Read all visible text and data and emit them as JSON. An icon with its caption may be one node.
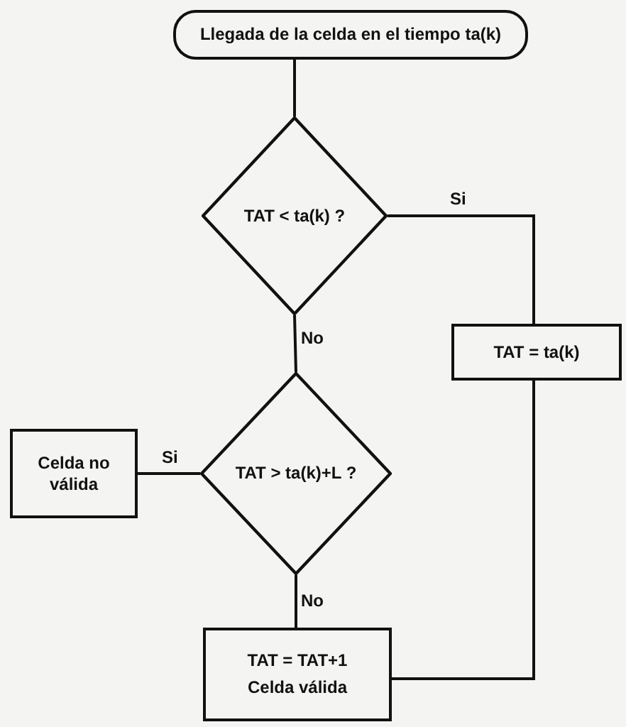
{
  "diagram": {
    "nodes": [
      {
        "text": [
          "Llegada de la celda en el tiempo ta(k)"
        ]
      },
      {
        "text": [
          "TAT < ta(k) ?"
        ]
      },
      {
        "text": [
          "TAT = ta(k)"
        ]
      },
      {
        "text": [
          "TAT > ta(k)+L ?"
        ]
      },
      {
        "text": [
          "Celda no válida"
        ]
      },
      {
        "text": [
          "TAT = TAT+1",
          "Celda válida"
        ]
      }
    ],
    "edges": [
      {
        "from": 0,
        "to": 1,
        "arrow": "none"
      },
      {
        "from": 1,
        "to": 2,
        "arrow": "none",
        "label": "Si"
      },
      {
        "from": 1,
        "to": 3,
        "arrow": "none",
        "label": "No"
      },
      {
        "from": 3,
        "to": 4,
        "arrow": "none",
        "label": "Si"
      },
      {
        "from": 3,
        "to": 5,
        "arrow": "none",
        "label": "No"
      },
      {
        "from": 2,
        "to": 5,
        "arrow": "none"
      }
    ]
  }
}
